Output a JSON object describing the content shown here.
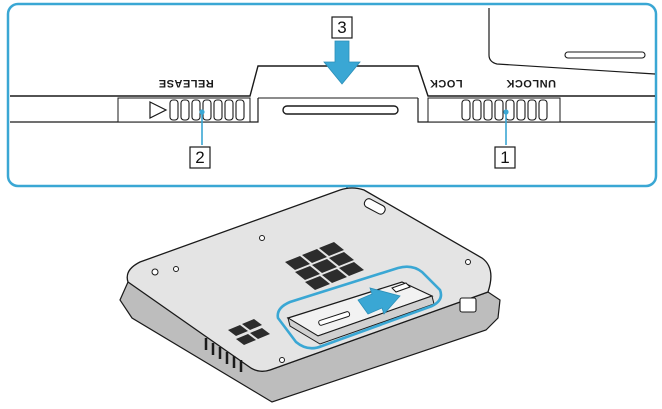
{
  "callouts": {
    "unlock_switch": "1",
    "release_switch": "2",
    "insert_direction": "3"
  },
  "labels": {
    "unlock": "UNLOCK",
    "lock": "LOCK",
    "release": "RELEASE"
  },
  "colors": {
    "highlight": "#3aa7d4",
    "line": "#1a1a1a",
    "panel_fill": "#ffffff",
    "body_fill": "#e4e4e4",
    "shadow_fill": "#bdbdbd",
    "dark_fill": "#2c2c2c"
  }
}
